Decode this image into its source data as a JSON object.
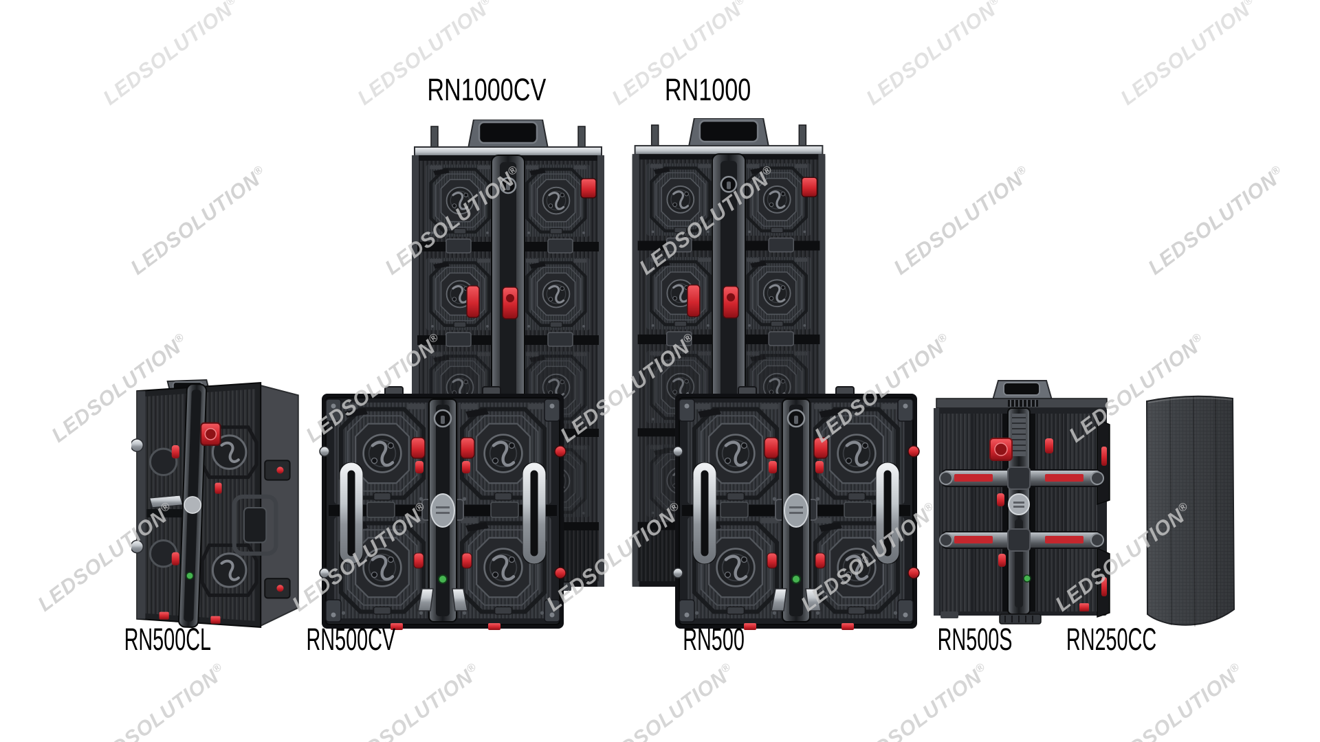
{
  "page": {
    "background": "#ffffff"
  },
  "watermark": {
    "text": "LEDSOLUTION",
    "reg_mark": "®",
    "color": "#c9c9c9"
  },
  "products": [
    {
      "id": "rn1000cv",
      "label": "RN1000CV",
      "type": "tall-cabinet-rear"
    },
    {
      "id": "rn1000",
      "label": "RN1000",
      "type": "tall-cabinet-rear"
    },
    {
      "id": "rn500cl",
      "label": "RN500CL",
      "type": "angled-cabinet-rear"
    },
    {
      "id": "rn500cv",
      "label": "RN500CV",
      "type": "square-cabinet-rear"
    },
    {
      "id": "rn500",
      "label": "RN500",
      "type": "square-cabinet-rear"
    },
    {
      "id": "rn500s",
      "label": "RN500S",
      "type": "truss-cabinet-rear"
    },
    {
      "id": "rn250cc",
      "label": "RN250CC",
      "type": "curved-mesh-panel"
    }
  ],
  "colors": {
    "accent_red": "#d2262e",
    "led_green": "#46b450",
    "panel_dark": "#1b1d20",
    "panel_mid": "#2c2f33",
    "metal_light": "#c2c7cc",
    "label_text": "#000000"
  }
}
